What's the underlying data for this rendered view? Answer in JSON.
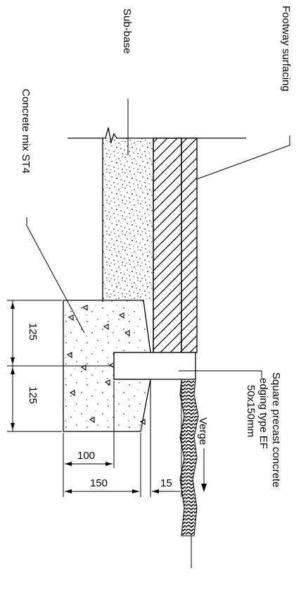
{
  "labels": {
    "sub_base": "Sub-base",
    "footway_surfacing": "Footway surfacing",
    "concrete_mix": "Concrete mix ST4",
    "edging_line1": "Square precast concrete",
    "edging_line2": "edging type EF",
    "edging_line3": "50x150mm",
    "verge": "Verge"
  },
  "dimensions": {
    "upper_height": "125",
    "lower_height": "125",
    "width_100": "100",
    "width_150": "150",
    "offset_15": "15"
  }
}
